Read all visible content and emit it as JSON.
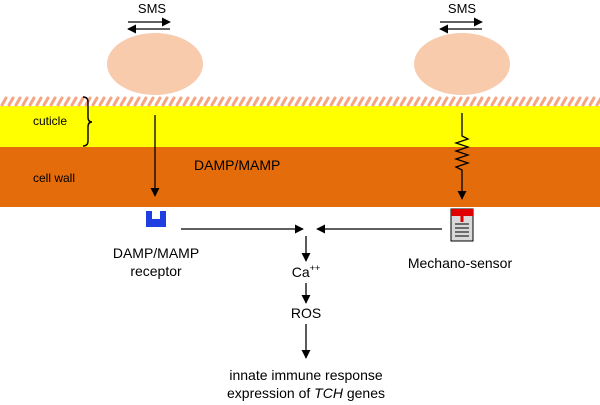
{
  "labels": {
    "sms_left": "SMS",
    "sms_right": "SMS",
    "cuticle": "cuticle",
    "cell_wall": "cell wall",
    "damp_mamp": "DAMP/MAMP",
    "receptor_line1": "DAMP/MAMP",
    "receptor_line2": "receptor",
    "mechano_sensor": "Mechano-sensor",
    "ca_base": "Ca",
    "ca_sup": "++",
    "ros": "ROS",
    "response_line1": "innate immune response",
    "response_line2_prefix": "expression of ",
    "response_line2_gene": "TCH",
    "response_line2_suffix": " genes"
  },
  "colors": {
    "cuticle_layer": "#ffff00",
    "cell_wall_layer": "#e46c0a",
    "contact_object": "#f8cbad",
    "surface_hairs": "#f4a582",
    "receptor": "#1f3fe0",
    "sensor_top": "#e00000",
    "sensor_body": "#d9d9d9",
    "line": "#000000"
  },
  "icons": {
    "receptor": "u-shaped-receptor-icon",
    "sensor": "piston-sensor-icon",
    "spring": "zigzag-spring-icon"
  }
}
